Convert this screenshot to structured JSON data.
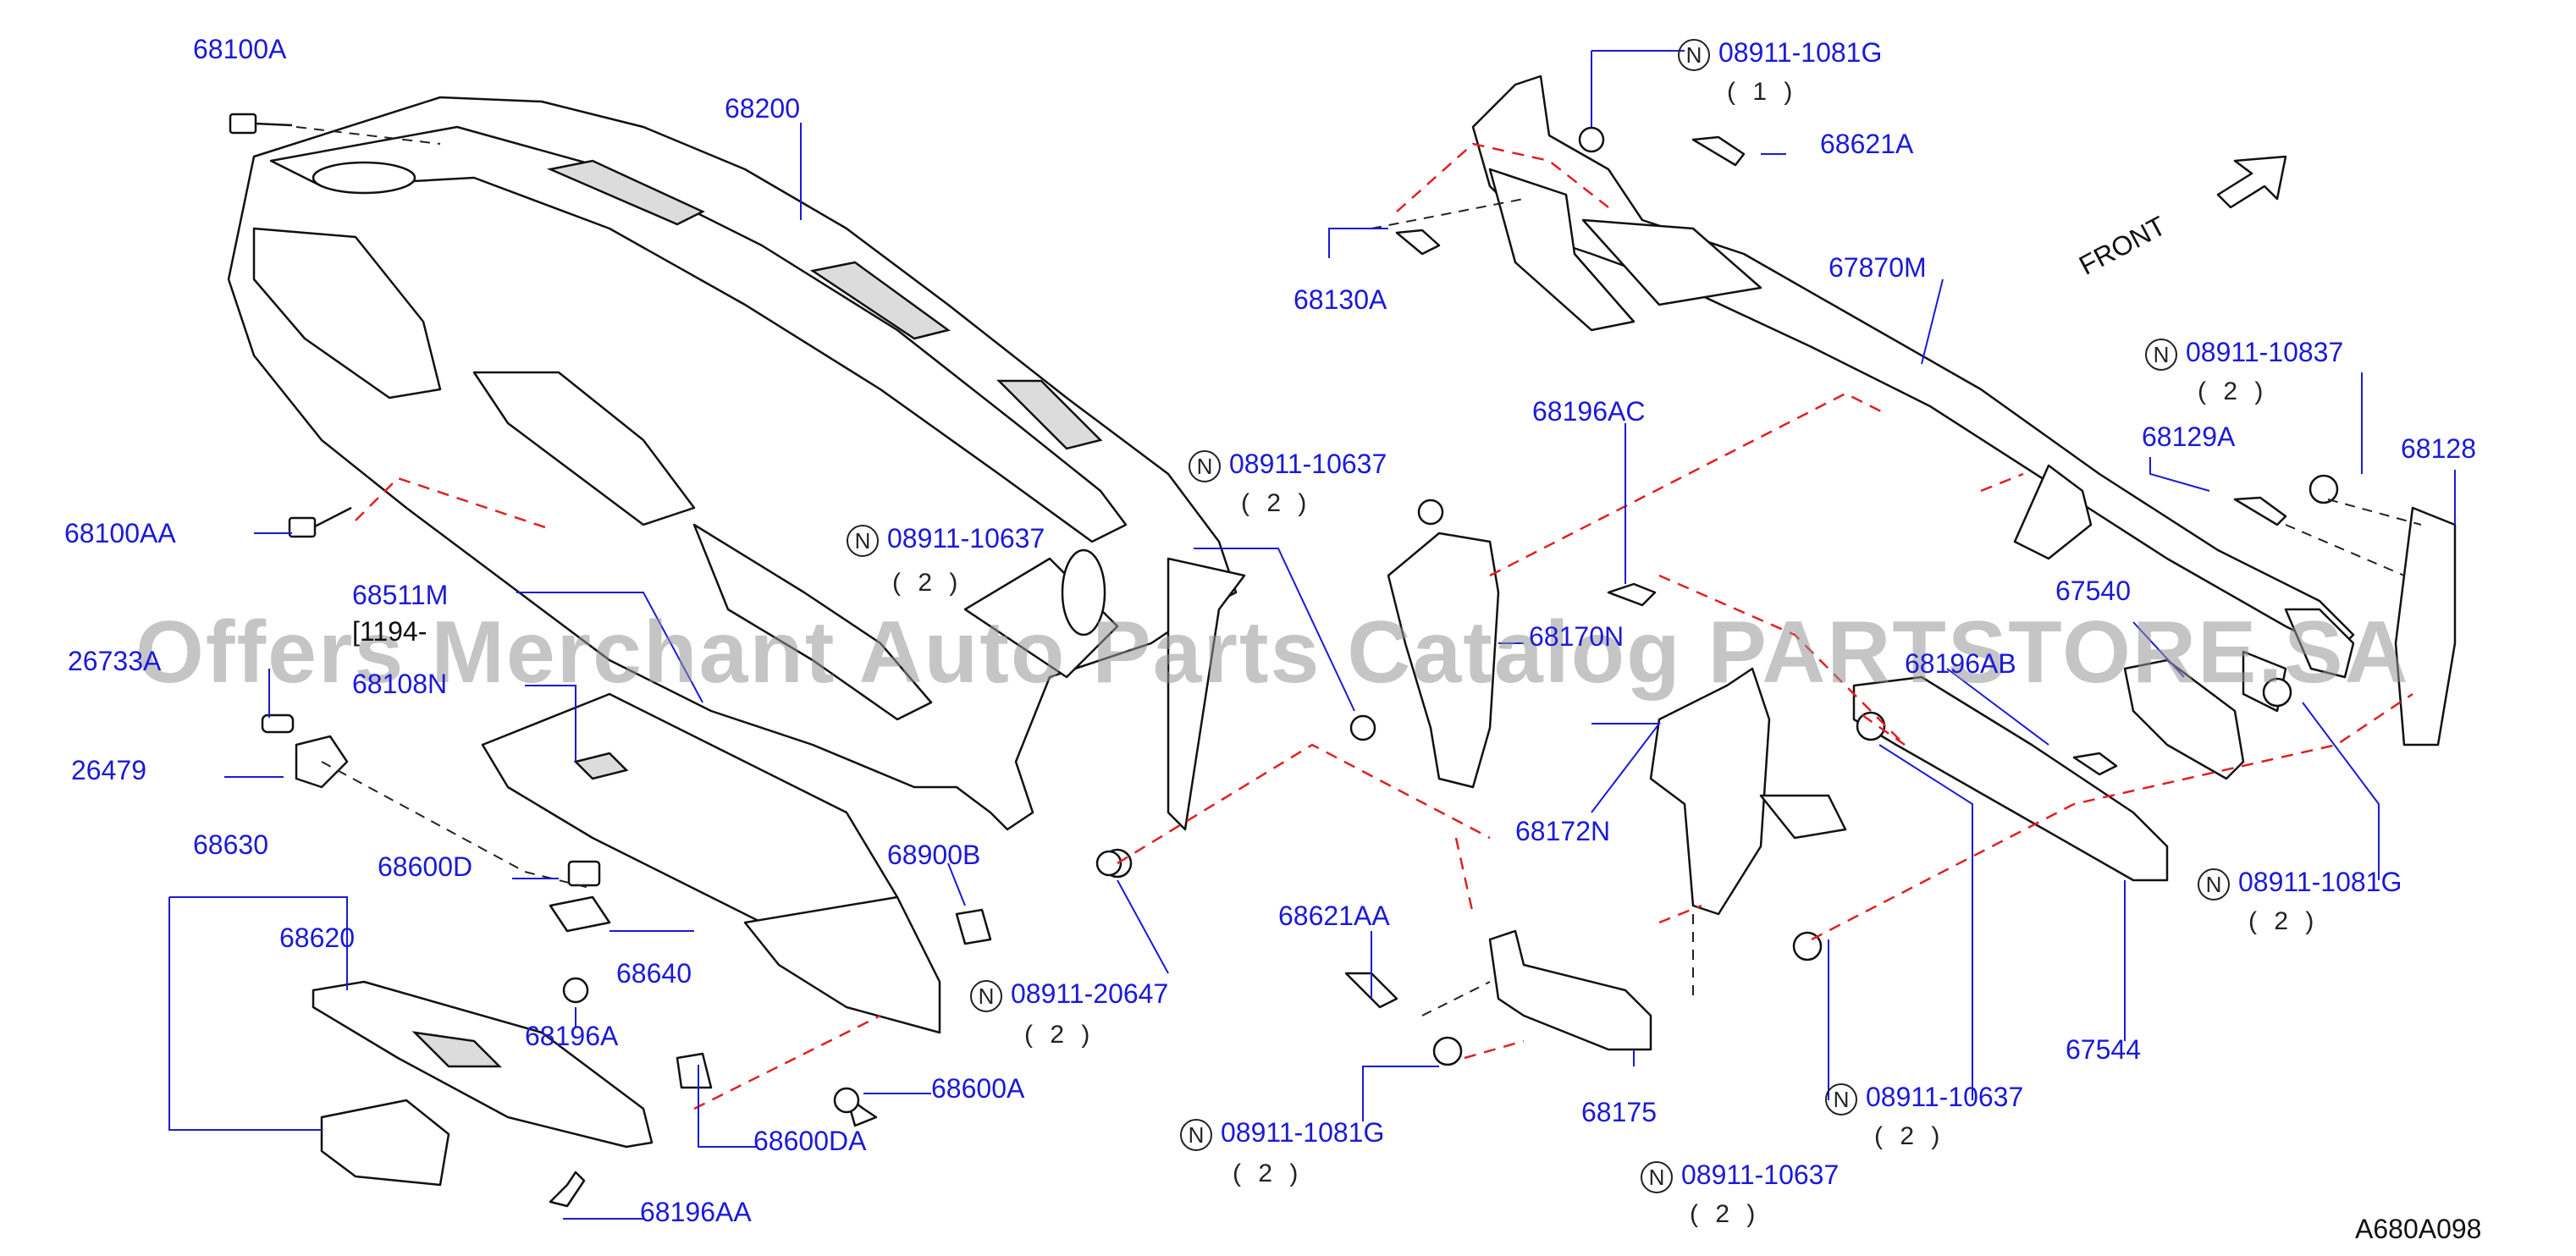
{
  "labels": {
    "p68100A": "68100A",
    "p68200": "68200",
    "p68100AA": "68100AA",
    "p68511M": "68511M",
    "p68511M_sub": "[1194-",
    "p26733A": "26733A",
    "p68108N": "68108N",
    "p26479": "26479",
    "p68630": "68630",
    "p68600D": "68600D",
    "p68620": "68620",
    "p68640": "68640",
    "p68196A": "68196A",
    "p68900B": "68900B",
    "p68600A": "68600A",
    "p68600DA": "68600DA",
    "p68196AA": "68196AA",
    "n08911_20647": "08911-20647",
    "n08911_10637_a": "08911-10637",
    "n08911_10637_b": "08911-10637",
    "p68130A": "68130A",
    "n08911_1081G_a": "08911-1081G",
    "p68621A": "68621A",
    "p67870M": "67870M",
    "p68196AC": "68196AC",
    "p68170N": "68170N",
    "p68621AA": "68621AA",
    "n08911_1081G_b": "08911-1081G",
    "p68175": "68175",
    "p68172N": "68172N",
    "n08911_10637_c": "08911-10637",
    "p68196AB": "68196AB",
    "n08911_10637_d": "08911-10637",
    "n08911_10837": "08911-10837",
    "p68129A": "68129A",
    "p68128": "68128",
    "p67540": "67540",
    "n08911_1081G_c": "08911-1081G",
    "p67544": "67544",
    "front": "FRONT",
    "diagram_id": "A680A098"
  },
  "quantities": {
    "q_1081G_a": "( 1 )",
    "q_10637_a": "( 2 )",
    "q_10637_b": "( 2 )",
    "q_20647": "( 2 )",
    "q_1081G_b": "( 2 )",
    "q_10637_c": "( 2 )",
    "q_10637_d": "( 2 )",
    "q_10837": "( 2 )",
    "q_1081G_c": "( 2 )"
  },
  "nut_symbol": "N",
  "watermark": "Offers Merchant Auto Parts Catalog PARTSTORE.SA",
  "colors": {
    "label": "#1a1ad6",
    "leader": "#1a1ad6",
    "dashed_guide": "#e02020",
    "outline": "#111111"
  }
}
